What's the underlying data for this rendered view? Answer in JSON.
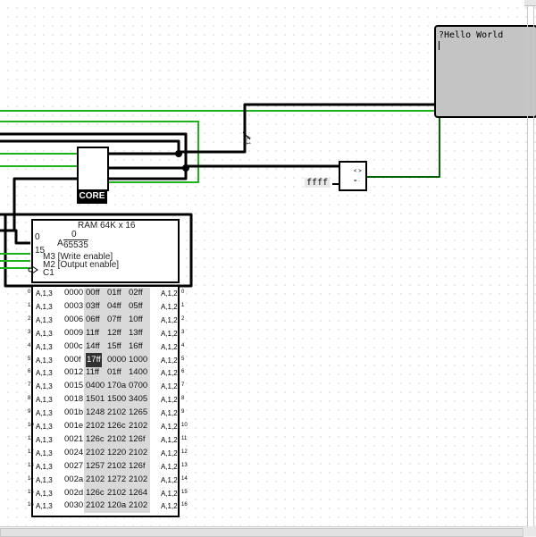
{
  "tty": {
    "text": "?Hello World"
  },
  "core": {
    "label": "CORE"
  },
  "constant": {
    "value": "ffff"
  },
  "splitter_label": "4..1",
  "ram": {
    "title": "RAM 64K x 16",
    "a_label": "A",
    "a_low": "0",
    "a_high": "65535",
    "bit0": "0",
    "bit15": "15",
    "m3": "M3 [Write enable]",
    "m2": "M2 [Output enable]",
    "c1": "C1",
    "left_pin_label": "A,1,3",
    "right_pin_label": "A,1,2",
    "rows": [
      [
        "0000",
        "00ff",
        "01ff",
        "02ff"
      ],
      [
        "0003",
        "03ff",
        "04ff",
        "05ff"
      ],
      [
        "0006",
        "06ff",
        "07ff",
        "10ff"
      ],
      [
        "0009",
        "11ff",
        "12ff",
        "13ff"
      ],
      [
        "000c",
        "14ff",
        "15ff",
        "16ff"
      ],
      [
        "000f",
        "17ff",
        "0000",
        "1000"
      ],
      [
        "0012",
        "11ff",
        "01ff",
        "1400"
      ],
      [
        "0015",
        "0400",
        "170a",
        "0700"
      ],
      [
        "0018",
        "1501",
        "1500",
        "3405"
      ],
      [
        "001b",
        "1248",
        "2102",
        "1265"
      ],
      [
        "001e",
        "2102",
        "126c",
        "2102"
      ],
      [
        "0021",
        "126c",
        "2102",
        "126f"
      ],
      [
        "0024",
        "2102",
        "1220",
        "2102"
      ],
      [
        "0027",
        "1257",
        "2102",
        "126f"
      ],
      [
        "002a",
        "2102",
        "1272",
        "2102"
      ],
      [
        "002d",
        "126c",
        "2102",
        "1264"
      ],
      [
        "0030",
        "2102",
        "120a",
        "2102"
      ]
    ],
    "highlight": "17ff"
  },
  "colors": {
    "wire_green": "#1db31d",
    "wire_dark_green": "#006400",
    "tty_bg": "#c4c4c4"
  }
}
